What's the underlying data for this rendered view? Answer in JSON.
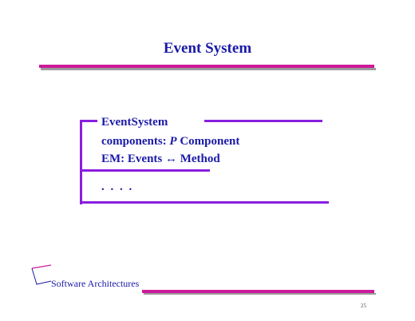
{
  "slide": {
    "title": "Event System",
    "schema": {
      "line1": "EventSystem",
      "line2_prefix": "components: ",
      "line2_italic": "P",
      "line2_suffix": " Component",
      "line3": "EM: Events ↔ Method",
      "dots": ". . . ."
    },
    "footer": {
      "label": "Software Architectures",
      "page_number": "25"
    },
    "colors": {
      "title": "#1a1aa8",
      "rule": "#cc1a9a",
      "schema_frame": "#8a1ee0",
      "schema_text": "#1a1aa8"
    }
  }
}
